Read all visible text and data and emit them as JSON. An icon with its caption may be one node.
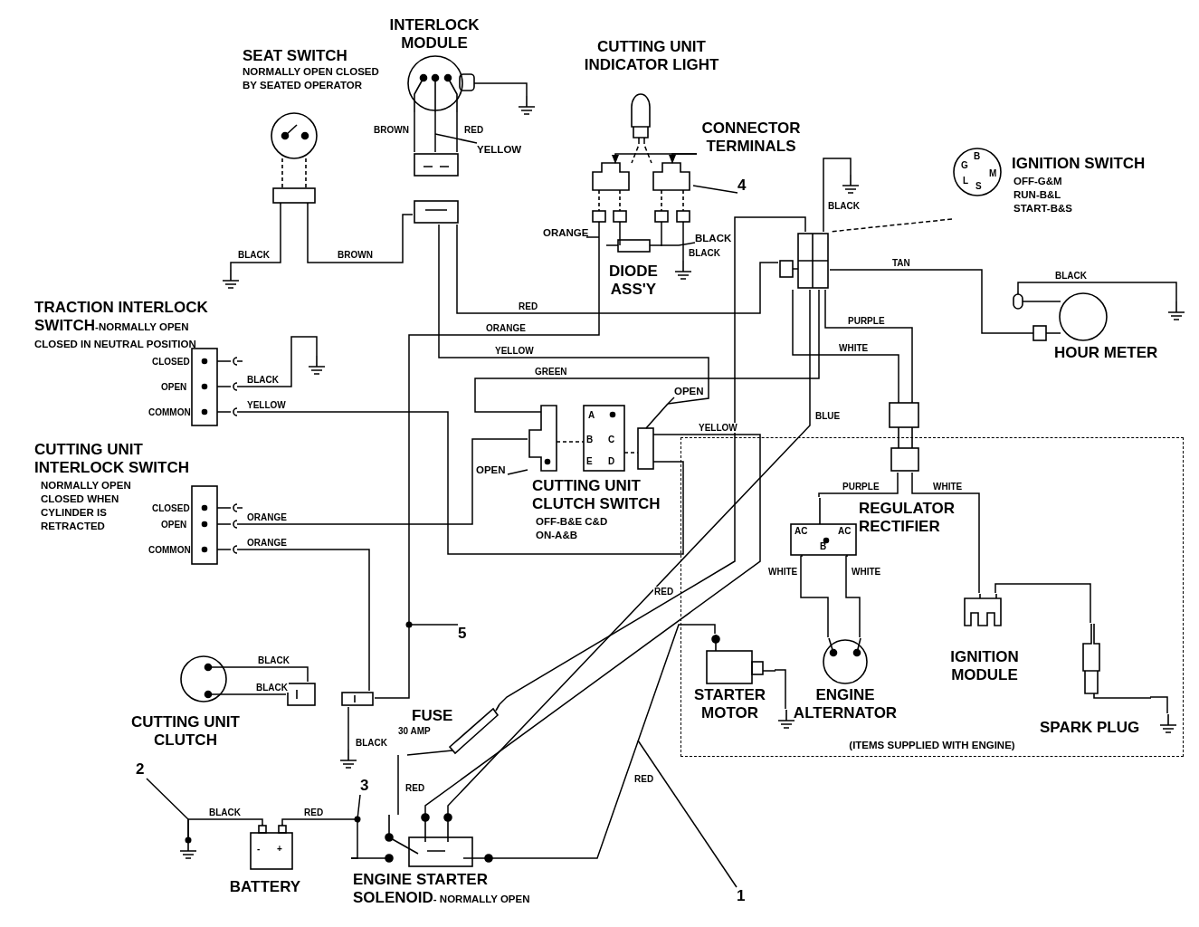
{
  "diagram": {
    "nodes": [
      {
        "text": [
          "INTERLOCK MODULE"
        ]
      },
      {
        "text": [
          "SEAT SWITCH",
          "NORMALLY OPEN CLOSED BY SEATED OPERATOR"
        ]
      },
      {
        "text": [
          "CUTTING UNIT INDICATOR LIGHT"
        ]
      },
      {
        "text": [],
        "shape": "ground"
      },
      {
        "text": [
          "CONNECTOR TERMINALS"
        ]
      },
      {
        "text": [
          "YELLOW"
        ]
      },
      {
        "text": [],
        "shape": "box"
      },
      {
        "text": [
          "IGNITION SWITCH",
          "OFF-G&M RUN-B&L START-B&S"
        ]
      },
      {
        "text": [],
        "shape": "box"
      },
      {
        "text": [],
        "shape": "box"
      },
      {
        "text": [
          "4"
        ]
      },
      {
        "text": [],
        "shape": "ground"
      },
      {
        "text": [
          "ORANGE"
        ]
      },
      {
        "text": [
          "BLACK"
        ]
      },
      {
        "text": [],
        "shape": "box"
      },
      {
        "text": [
          "DIODE ASS'Y"
        ]
      },
      {
        "text": [],
        "shape": "ground"
      },
      {
        "text": [],
        "shape": "ground"
      },
      {
        "text": [
          "TRACTION INTERLOCK SWITCH",
          "-NORMALLY OPEN CLOSED IN NEUTRAL POSITION"
        ],
        "beside": [
          "CLOSED",
          "OPEN",
          "COMMON"
        ]
      },
      {
        "text": [
          "HOUR METER"
        ]
      },
      {
        "text": [],
        "shape": "ground"
      },
      {
        "text": [],
        "shape": "ground"
      },
      {
        "text": [
          "OPEN"
        ]
      },
      {
        "text": [
          "(ITEMS SUPPLIED WITH ENGINE)"
        ]
      },
      {
        "text": [],
        "shape": "box"
      },
      {
        "text": [
          "CUTTING UNIT INTERLOCK SWITCH",
          "NORMALLY OPEN CLOSED WHEN CYLINDER IS RETRACTED"
        ],
        "beside": [
          "CLOSED",
          "OPEN",
          "COMMON"
        ]
      },
      {
        "text": [
          "OPEN"
        ]
      },
      {
        "text": [
          "CUTTING UNIT CLUTCH SWITCH",
          "OFF-B&E C&D ON-A&B"
        ]
      },
      {
        "text": [
          "REGULATOR RECTIFIER"
        ],
        "in": 23
      },
      {
        "text": [
          "5"
        ]
      },
      {
        "text": [
          "IGNITION MODULE"
        ],
        "in": 23
      },
      {
        "text": [
          "STARTER MOTOR"
        ],
        "in": 23
      },
      {
        "text": [
          "ENGINE ALTERNATOR"
        ],
        "in": 23
      },
      {
        "text": [
          "CUTTING UNIT CLUTCH"
        ]
      },
      {
        "text": [],
        "shape": "box"
      },
      {
        "text": [],
        "shape": "box"
      },
      {
        "text": [
          "FUSE",
          "30 AMP"
        ]
      },
      {
        "text": [],
        "shape": "ground",
        "in": 23
      },
      {
        "text": [
          "SPARK PLUG"
        ],
        "in": 23
      },
      {
        "text": [],
        "shape": "ground",
        "in": 23
      },
      {
        "text": [
          "2"
        ]
      },
      {
        "text": [],
        "shape": "ground"
      },
      {
        "text": [
          "3"
        ]
      },
      {
        "text": [
          "BATTERY"
        ]
      },
      {
        "text": [],
        "shape": "ground"
      },
      {
        "text": [
          "ENGINE STARTER SOLENOID",
          "- NORMALLY OPEN"
        ]
      },
      {
        "text": [
          "1"
        ]
      }
    ],
    "edges": [
      {
        "from": 4,
        "to": 8,
        "arrow": "to"
      },
      {
        "from": 4,
        "to": 9,
        "arrow": "to"
      },
      {
        "from": 2,
        "to": 8,
        "arrow": "none",
        "style": "dashed"
      },
      {
        "from": 2,
        "to": 9,
        "arrow": "none",
        "style": "dashed"
      },
      {
        "from": 10,
        "to": 9,
        "arrow": "none"
      },
      {
        "from": 12,
        "to": null,
        "arrow": "none"
      },
      {
        "from": 13,
        "to": 15,
        "arrow": "none"
      },
      {
        "from": 5,
        "to": null,
        "arrow": "none"
      },
      {
        "from": 0,
        "to": 3,
        "arrow": "none"
      },
      {
        "from": 0,
        "to": 6,
        "arrow": "none",
        "label": "BROWN"
      },
      {
        "from": 0,
        "to": 6,
        "arrow": "none",
        "label": "RED"
      },
      {
        "from": 0,
        "to": 6,
        "arrow": "none"
      },
      {
        "from": 1,
        "to": 17,
        "arrow": "none",
        "label": "BLACK"
      },
      {
        "from": 1,
        "to": 6,
        "arrow": "none",
        "label": "BROWN"
      },
      {
        "from": 6,
        "to": 14,
        "arrow": "none",
        "label": "RED"
      },
      {
        "from": 6,
        "to": 27,
        "arrow": "none",
        "label": "YELLOW"
      },
      {
        "from": 8,
        "to": 35,
        "arrow": "none",
        "label": "ORANGE"
      },
      {
        "from": 8,
        "to": 15,
        "arrow": "none"
      },
      {
        "from": 9,
        "to": 15,
        "arrow": "none"
      },
      {
        "from": 9,
        "to": 16,
        "arrow": "none",
        "label": "BLACK"
      },
      {
        "from": 7,
        "to": 14,
        "arrow": "none",
        "style": "dashed"
      },
      {
        "from": 14,
        "to": 11,
        "arrow": "none",
        "label": "BLACK"
      },
      {
        "from": 14,
        "to": 19,
        "arrow": "none",
        "label": "TAN"
      },
      {
        "from": 19,
        "to": 20,
        "arrow": "none",
        "label": "BLACK"
      },
      {
        "from": 14,
        "to": 24,
        "arrow": "none",
        "label": "PURPLE"
      },
      {
        "from": 14,
        "to": 24,
        "arrow": "none",
        "label": "WHITE"
      },
      {
        "from": 14,
        "to": 45,
        "arrow": "none",
        "label": "BLUE"
      },
      {
        "from": 27,
        "to": 14,
        "arrow": "none",
        "label": "GREEN"
      },
      {
        "from": 14,
        "to": 36,
        "arrow": "none",
        "label": "RED"
      },
      {
        "from": 36,
        "to": 45,
        "arrow": "none",
        "label": "RED"
      },
      {
        "from": 27,
        "to": 45,
        "arrow": "none",
        "label": "YELLOW"
      },
      {
        "from": 18,
        "to": 27,
        "arrow": "none",
        "label": "YELLOW"
      },
      {
        "from": 18,
        "to": 21,
        "arrow": "none",
        "label": "BLACK"
      },
      {
        "from": 25,
        "to": 27,
        "arrow": "none",
        "label": "ORANGE"
      },
      {
        "from": 25,
        "to": 35,
        "arrow": "none",
        "label": "ORANGE"
      },
      {
        "from": 35,
        "to": 41,
        "arrow": "none",
        "label": "BLACK"
      },
      {
        "from": 33,
        "to": 34,
        "arrow": "none",
        "label": "BLACK"
      },
      {
        "from": 33,
        "to": 34,
        "arrow": "none",
        "label": "BLACK"
      },
      {
        "from": 43,
        "to": 44,
        "arrow": "none",
        "label": "BLACK"
      },
      {
        "from": 43,
        "to": 45,
        "arrow": "none",
        "label": "RED"
      },
      {
        "from": 45,
        "to": 31,
        "arrow": "none",
        "label": "RED"
      },
      {
        "from": 31,
        "to": 37,
        "arrow": "none"
      },
      {
        "from": 24,
        "to": 28,
        "arrow": "none",
        "label": "PURPLE"
      },
      {
        "from": 24,
        "to": 30,
        "arrow": "none",
        "label": "WHITE"
      },
      {
        "from": 28,
        "to": 32,
        "arrow": "none",
        "label": "WHITE"
      },
      {
        "from": 28,
        "to": 32,
        "arrow": "none",
        "label": "WHITE"
      },
      {
        "from": 30,
        "to": 38,
        "arrow": "none"
      },
      {
        "from": 38,
        "to": 39,
        "arrow": "none"
      },
      {
        "from": 29,
        "to": null,
        "arrow": "other"
      },
      {
        "from": 40,
        "to": 44,
        "arrow": "other"
      },
      {
        "from": 42,
        "to": null,
        "arrow": "other"
      },
      {
        "from": 46,
        "to": null,
        "arrow": "none"
      },
      {
        "from": 22,
        "to": 27,
        "arrow": "none"
      },
      {
        "from": 26,
        "to": 27,
        "arrow": "none"
      }
    ],
    "labels": [
      "B",
      "G",
      "M",
      "L",
      "S",
      "A",
      "B",
      "C",
      "E",
      "D",
      "AC",
      "AC",
      "B",
      "-",
      "+"
    ]
  }
}
